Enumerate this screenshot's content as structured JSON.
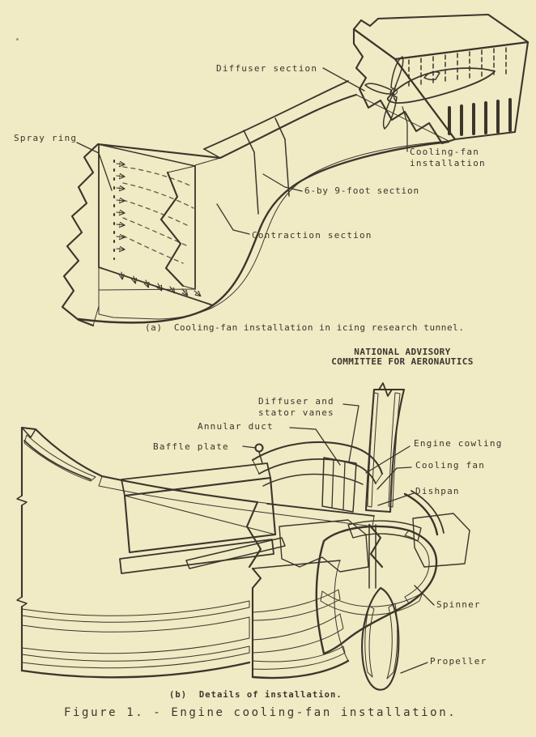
{
  "colors": {
    "paper": "#f0eac5",
    "ink": "#3b352b",
    "stipple": "#8a8068"
  },
  "figure": {
    "part_a": {
      "labels": {
        "spray_ring": "Spray ring",
        "diffuser_section": "Diffuser section",
        "cooling_fan_installation": "Cooling-fan\ninstallation",
        "six_by_nine_section": "6-by 9-foot section",
        "contraction_section": "Contraction section"
      },
      "caption": "(a)  Cooling-fan installation in icing research tunnel."
    },
    "agency_credit": "NATIONAL ADVISORY\nCOMMITTEE FOR AERONAUTICS",
    "part_b": {
      "labels": {
        "diffuser_and_stator_vanes": "Diffuser and\nstator vanes",
        "annular_duct": "Annular duct",
        "baffle_plate": "Baffle plate",
        "engine_cowling": "Engine cowling",
        "cooling_fan": "Cooling fan",
        "dishpan": "Dishpan",
        "spinner": "Spinner",
        "propeller": "Propeller"
      },
      "caption": "(b)  Details of installation."
    },
    "caption": "Figure 1. - Engine cooling-fan installation."
  }
}
